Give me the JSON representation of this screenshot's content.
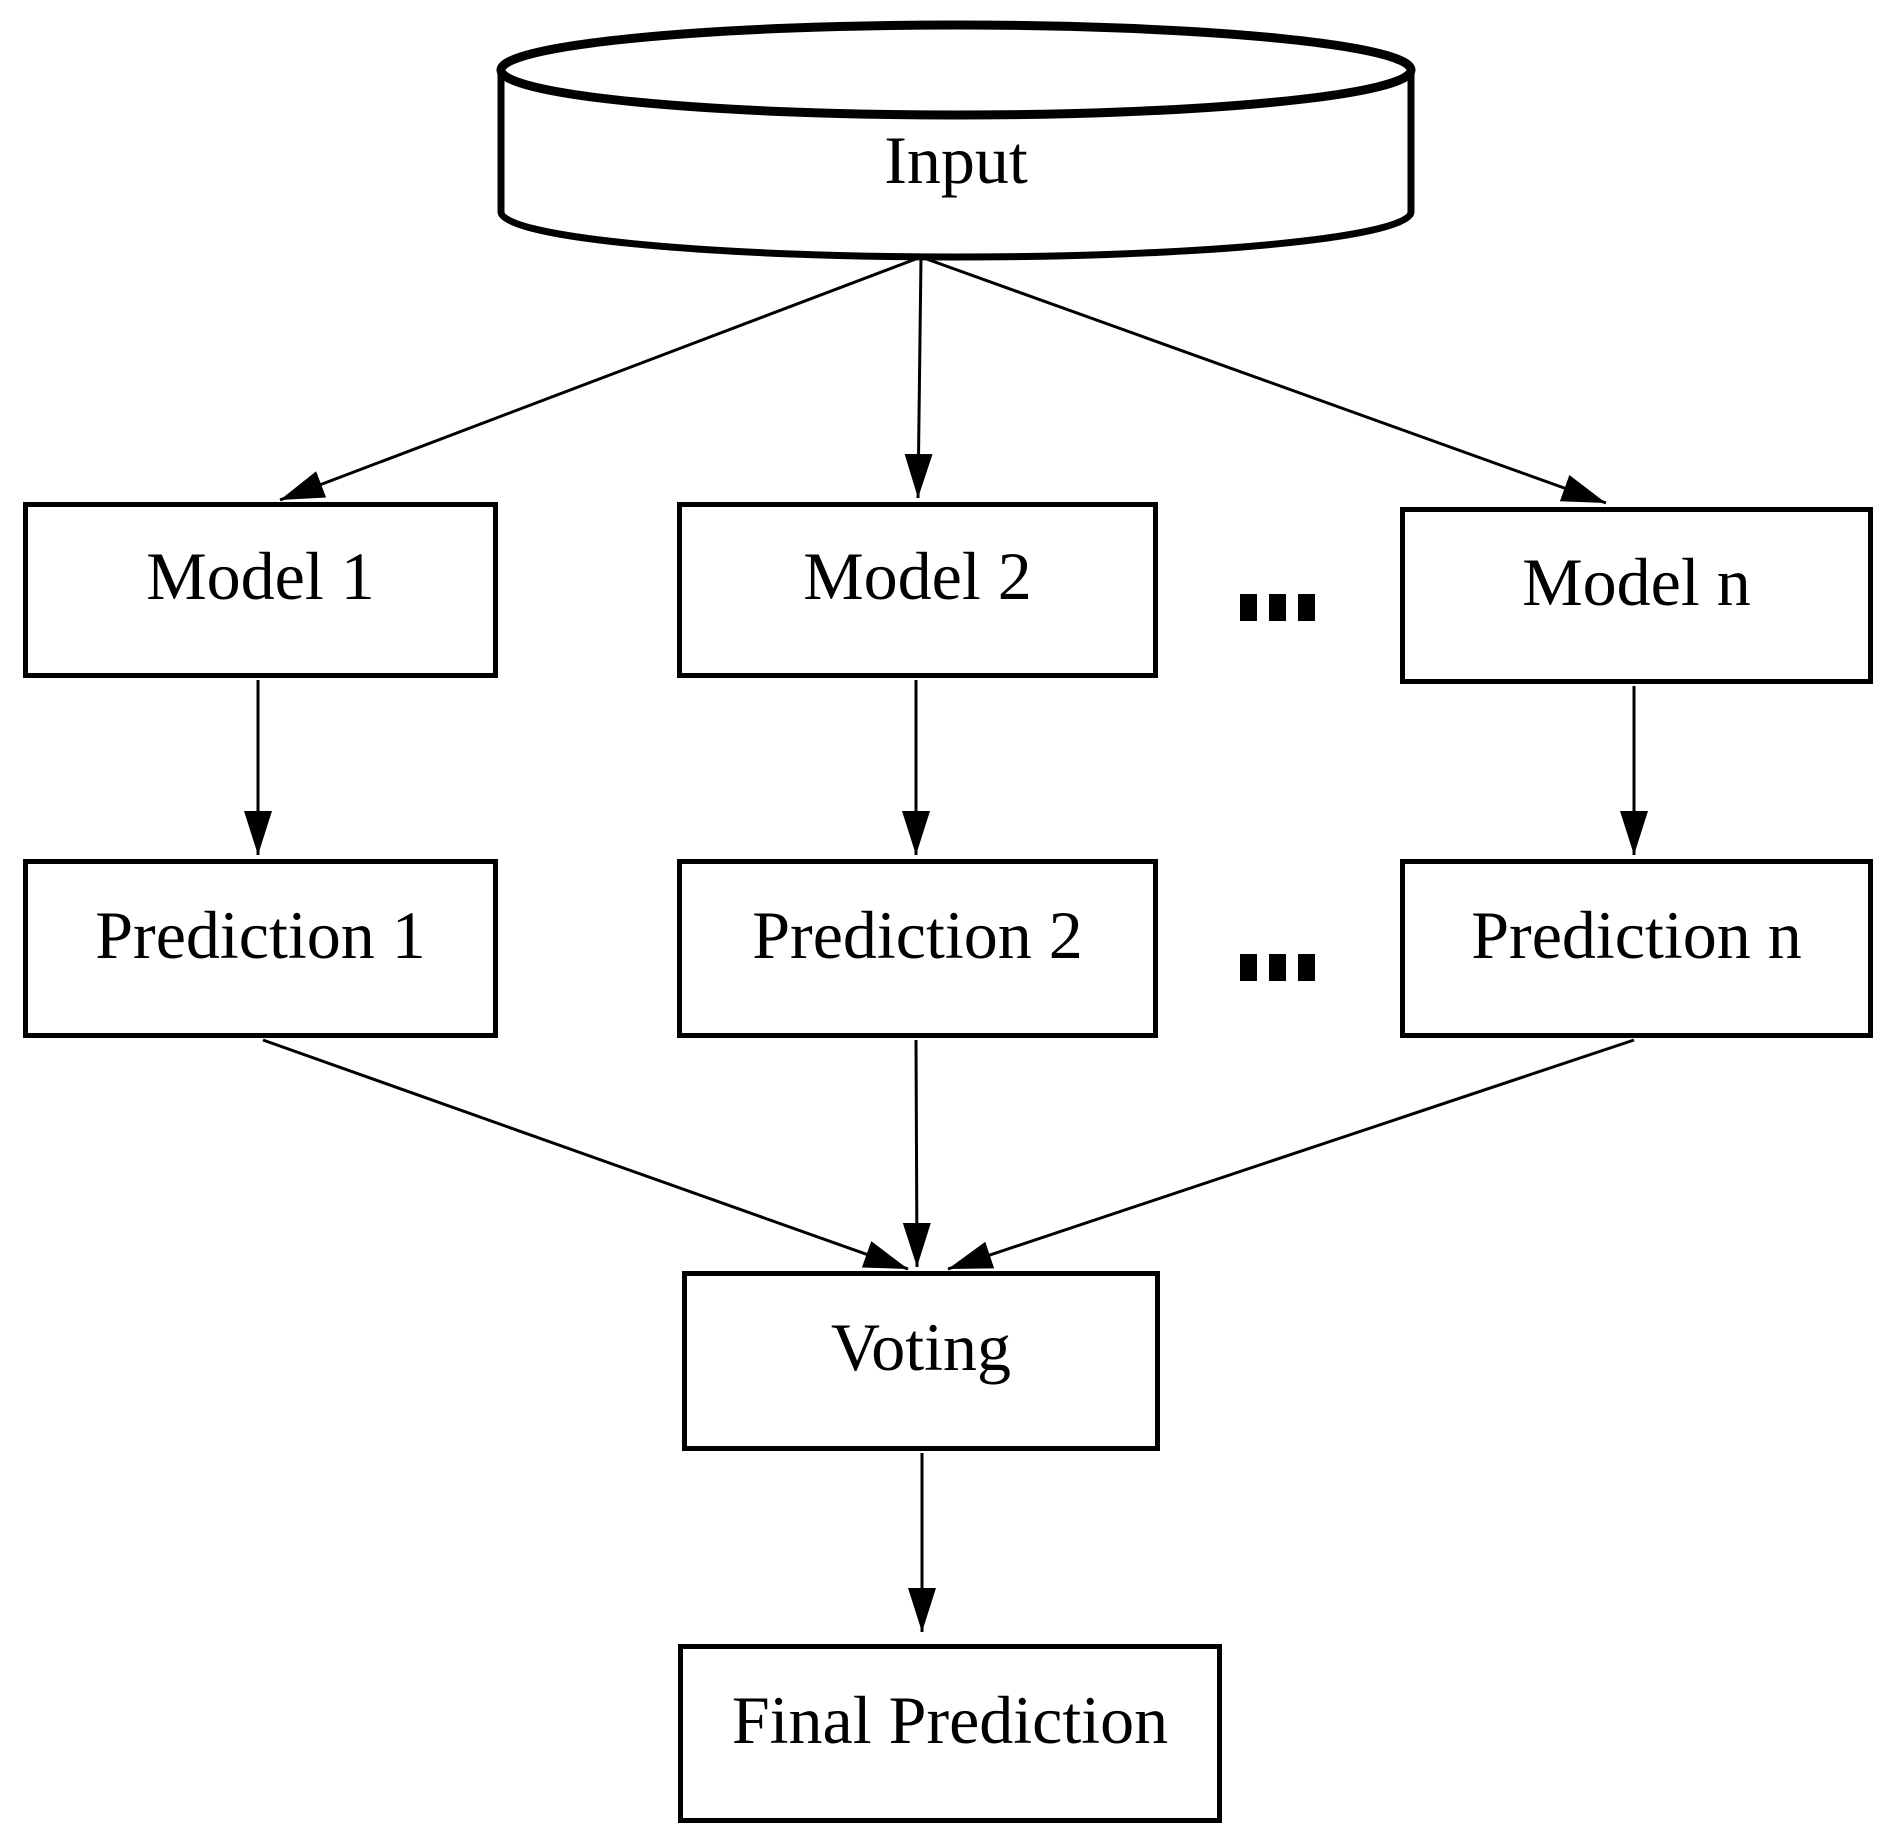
{
  "diagram": {
    "background": "#ffffff",
    "line_color": "#000000",
    "input": {
      "label": "Input"
    },
    "models": [
      {
        "label": "Model 1"
      },
      {
        "label": "Model 2"
      },
      {
        "label": "Model n"
      }
    ],
    "model_ellipsis": "...",
    "predictions": [
      {
        "label": "Prediction 1"
      },
      {
        "label": "Prediction 2"
      },
      {
        "label": "Prediction n"
      }
    ],
    "prediction_ellipsis": "...",
    "voting": {
      "label": "Voting"
    },
    "final_prediction": {
      "label": "Final Prediction"
    }
  }
}
